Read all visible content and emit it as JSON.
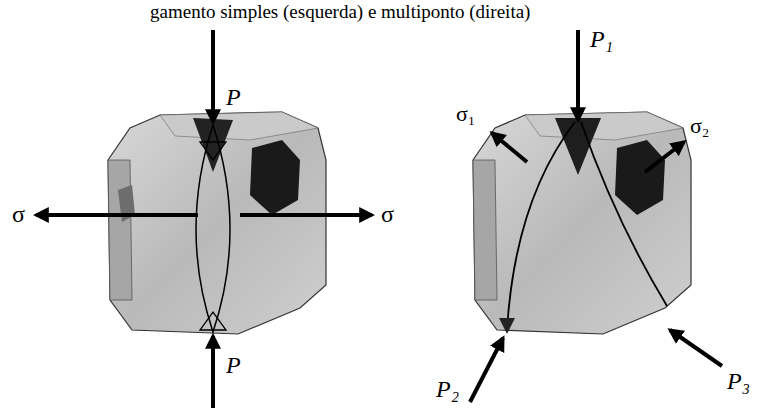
{
  "diagram": {
    "title": "gamento simples (esquerda) e multiponto (direita)",
    "labels": [
      "P",
      "P",
      "σ",
      "σ",
      "P₁",
      "σ₁",
      "σ₂",
      "P₂",
      "P₃"
    ]
  }
}
